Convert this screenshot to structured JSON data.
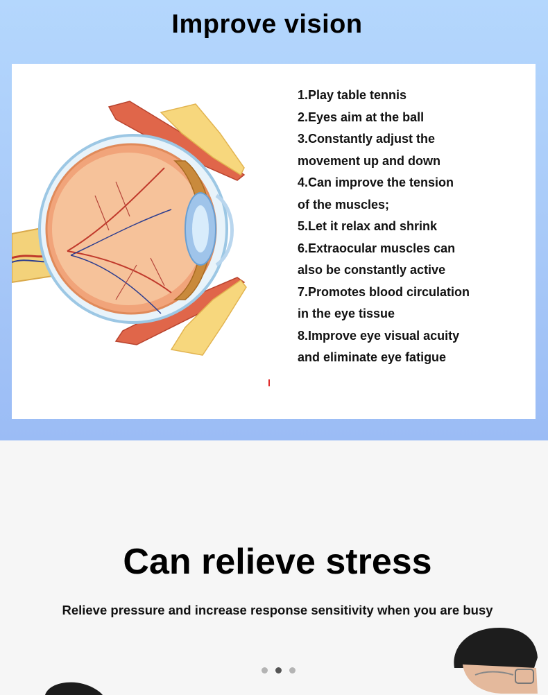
{
  "top": {
    "title": "Improve vision",
    "steps": [
      "1.Play table tennis",
      "2.Eyes aim at the ball",
      "3.Constantly adjust the",
      "movement up and down",
      "4.Can improve the tension",
      "of the muscles;",
      "5.Let it relax and shrink",
      "6.Extraocular muscles can",
      "also be constantly active",
      "7.Promotes blood circulation",
      "in the eye tissue",
      "8.Improve eye visual acuity",
      "and eliminate eye fatigue"
    ]
  },
  "bottom": {
    "title": "Can relieve stress",
    "subtitle": "Relieve pressure and increase response sensitivity when you are busy"
  },
  "carousel": {
    "total": 3,
    "active_index": 1
  }
}
